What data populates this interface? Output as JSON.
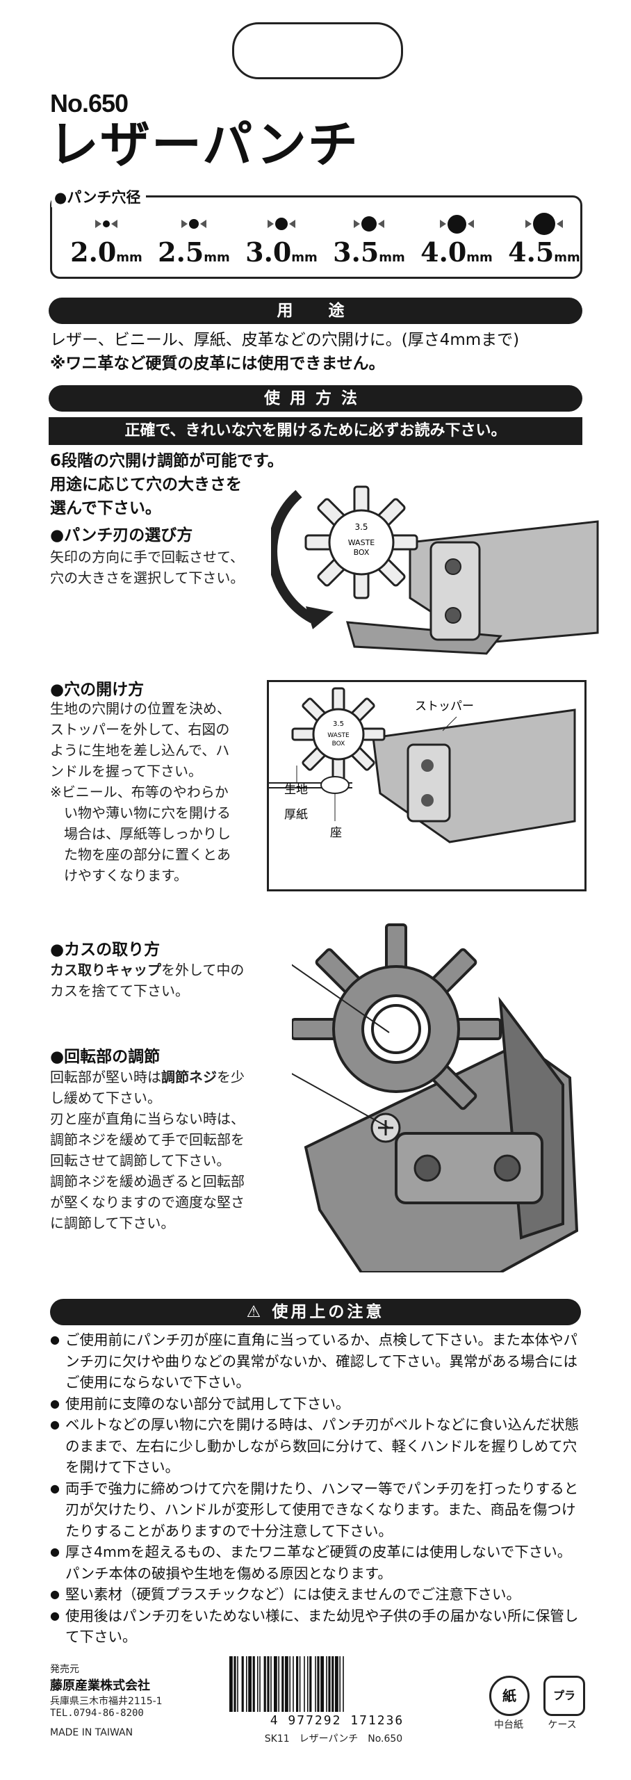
{
  "product": {
    "model": "No.650",
    "name": "レザーパンチ"
  },
  "hole_sizes": {
    "label": "●パンチ穴径",
    "items": [
      {
        "value": "2.0",
        "unit": "mm",
        "dot": 10
      },
      {
        "value": "2.5",
        "unit": "mm",
        "dot": 14
      },
      {
        "value": "3.0",
        "unit": "mm",
        "dot": 18
      },
      {
        "value": "3.5",
        "unit": "mm",
        "dot": 22
      },
      {
        "value": "4.0",
        "unit": "mm",
        "dot": 27
      },
      {
        "value": "4.5",
        "unit": "mm",
        "dot": 32
      }
    ]
  },
  "usage": {
    "header": "用　途",
    "line1": "レザー、ビニール、厚紙、皮革などの穴開けに。(厚さ4mmまで)",
    "line2": "※ワニ革など硬質の皮革には使用できません。"
  },
  "howto": {
    "header": "使用方法",
    "warning": "正確で、きれいな穴を開けるために必ずお読み下さい。",
    "intro1": "6段階の穴開け調節が可能です。",
    "intro2": "用途に応じて穴の大きさを",
    "intro3": "選んで下さい。",
    "select_title": "●パンチ刃の選び方",
    "select_text1": "矢印の方向に手で回転させて、",
    "select_text2": "穴の大きさを選択して下さい。",
    "hole_title": "●穴の開け方",
    "hole_text": [
      "生地の穴開けの位置を決め、",
      "ストッパーを外して、右図の",
      "ように生地を差し込んで、ハ",
      "ンドルを握って下さい。"
    ],
    "hole_note": [
      "※ビニール、布等のやわらか",
      "　い物や薄い物に穴を開ける",
      "　場合は、厚紙等しっかりし",
      "　た物を座の部分に置くとあ",
      "　けやすくなります。"
    ],
    "label_stopper": "ストッパー",
    "label_cloth": "生地",
    "label_board": "厚紙",
    "label_seat": "座",
    "wheel_text": [
      "3.5",
      "WASTE",
      "BOX"
    ],
    "waste_title": "●カスの取り方",
    "waste_bold": "カス取りキャップ",
    "waste_rest": "を外して中の",
    "waste_text2": "カスを捨てて下さい。",
    "rotate_title": "●回転部の調節",
    "rotate_text": [
      "回転部が堅い時は",
      "調節ネジ",
      "を少"
    ],
    "rotate_lines": [
      "し緩めて下さい。",
      "刃と座が直角に当らない時は、",
      "調節ネジを緩めて手で回転部を",
      "回転させて調節して下さい。",
      "調節ネジを緩め過ぎると回転部",
      "が堅くなりますので適度な堅さ",
      "に調節して下さい。"
    ]
  },
  "caution": {
    "header": "使用上の注意",
    "items": [
      "ご使用前にパンチ刃が座に直角に当っているか、点検して下さい。また本体やパンチ刃に欠けや曲りなどの異常がないか、確認して下さい。異常がある場合にはご使用にならないで下さい。",
      "使用前に支障のない部分で試用して下さい。",
      "ベルトなどの厚い物に穴を開ける時は、パンチ刃がベルトなどに食い込んだ状態のままで、左右に少し動かしながら数回に分けて、軽くハンドルを握りしめて穴を開けて下さい。",
      "両手で強力に締めつけて穴を開けたり、ハンマー等でパンチ刃を打ったりすると刃が欠けたり、ハンドルが変形して使用できなくなります。また、商品を傷つけたりすることがありますので十分注意して下さい。",
      "厚さ4mmを超えるもの、またワニ革など硬質の皮革には使用しないで下さい。パンチ本体の破損や生地を傷める原因となります。",
      "堅い素材（硬質プラスチックなど）には使えませんのでご注意下さい。",
      "使用後はパンチ刃をいためない様に、また幼児や子供の手の届かない所に保管して下さい。"
    ]
  },
  "footer": {
    "seller_label": "発売元",
    "company": "藤原産業株式会社",
    "address": "兵庫県三木市福井2115-1",
    "tel": "TEL.0794-86-8200",
    "made_in": "MADE IN TAIWAN",
    "barcode_number": "4 977292 171236",
    "product_code": "SK11　レザーパンチ　No.650",
    "recycle1_symbol": "紙",
    "recycle1_label": "中台紙",
    "recycle2_symbol": "プラ",
    "recycle2_label": "ケース"
  }
}
